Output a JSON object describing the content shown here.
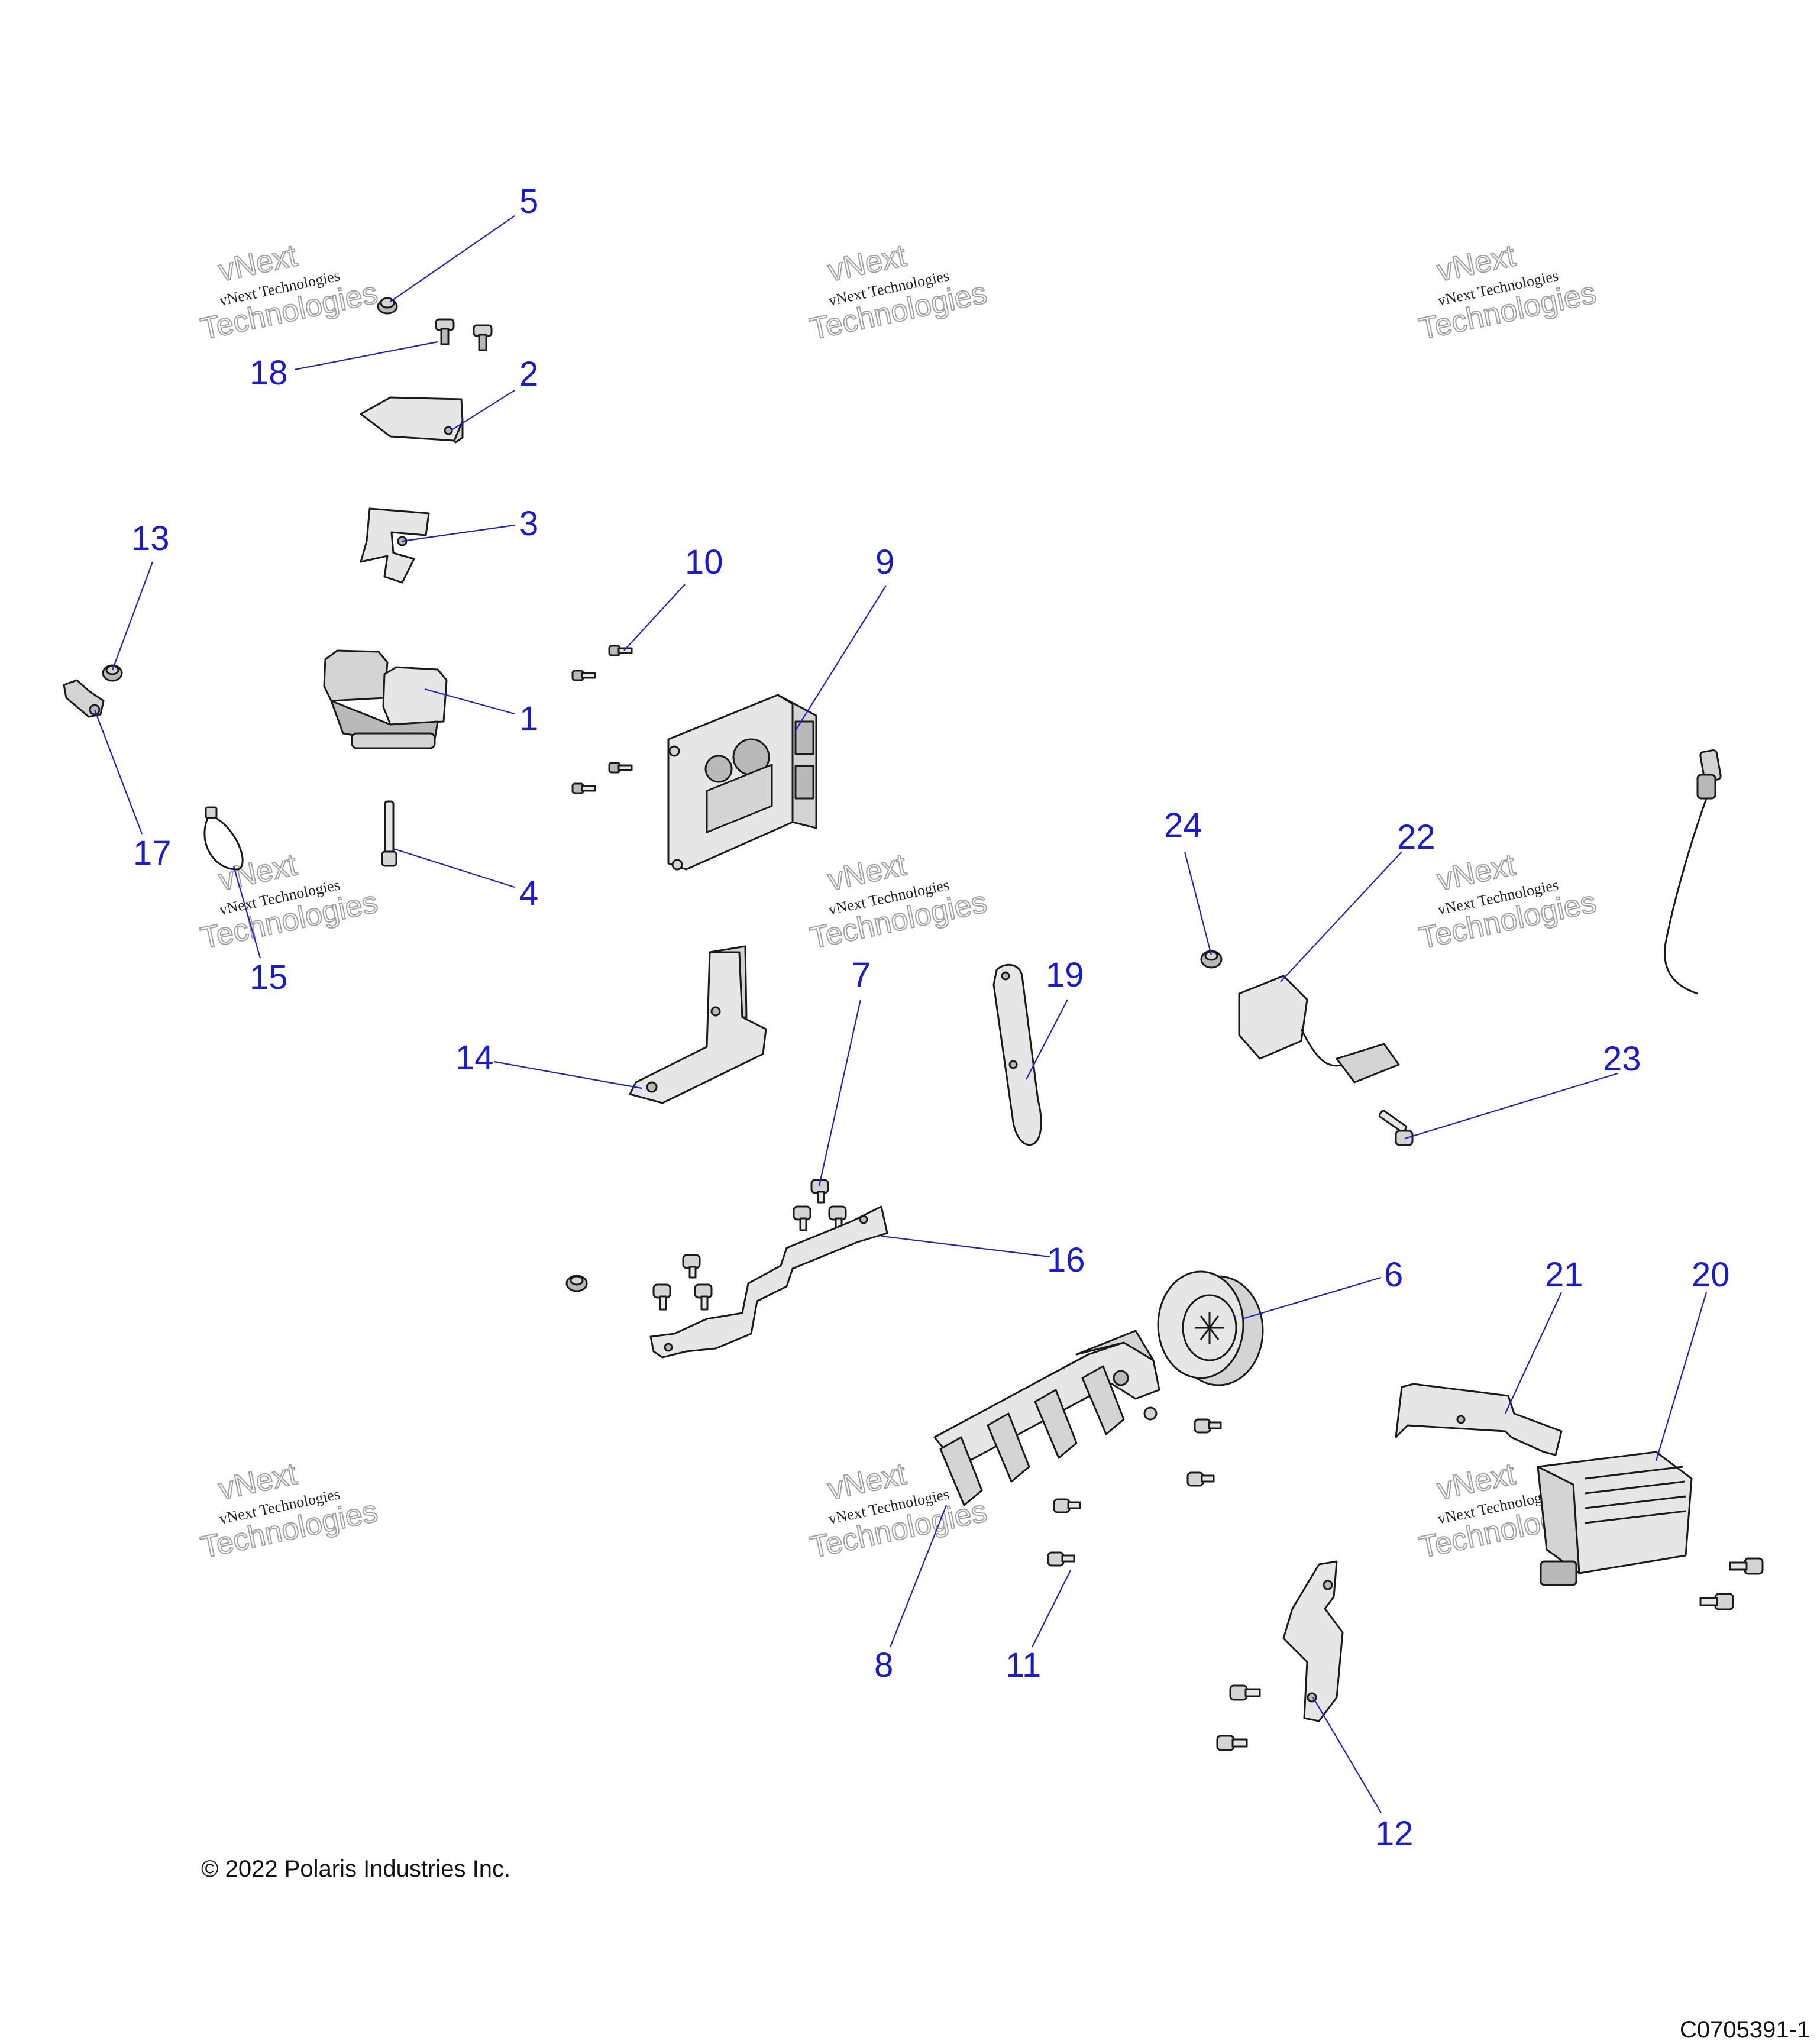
{
  "callouts": [
    "1",
    "2",
    "3",
    "4",
    "5",
    "6",
    "7",
    "8",
    "9",
    "10",
    "11",
    "12",
    "13",
    "14",
    "15",
    "16",
    "17",
    "18",
    "19",
    "20",
    "21",
    "22",
    "23",
    "24"
  ],
  "watermark": {
    "line1": "vNext",
    "line2": "vNext Technologies",
    "line3": "Technologies"
  },
  "copyright": "© 2022 Polaris Industries Inc.",
  "diagram_code": "C0705391-1"
}
